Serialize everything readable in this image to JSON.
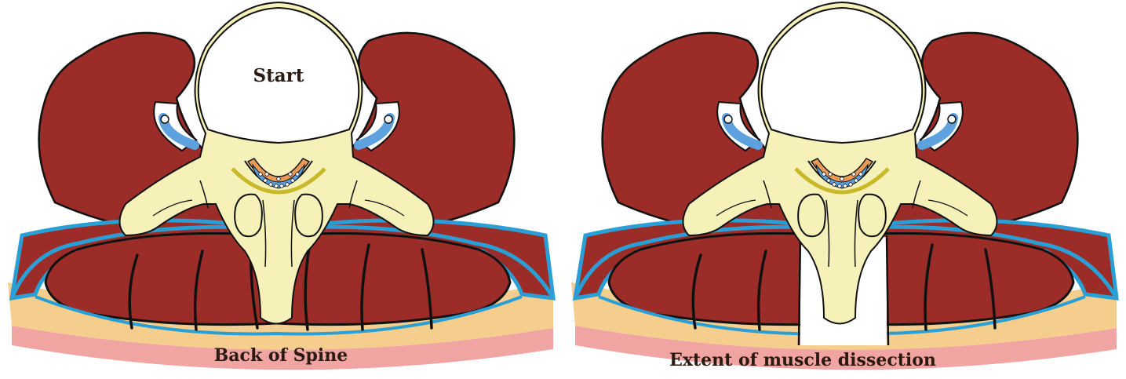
{
  "panels": [
    {
      "id": "before",
      "inner_label": "Start",
      "bottom_label": "Back of Spine"
    },
    {
      "id": "after",
      "inner_label": "",
      "bottom_label": "Extent of muscle dissection"
    }
  ],
  "colors": {
    "muscle": "#9b2c28",
    "bone": "#f6f1b8",
    "fascia_outline": "#2a9fd6",
    "skin_fat": "#f5cd8c",
    "skin_outer": "#f1a5a3",
    "nerve_blue": "#5da2de",
    "dura_orange": "#e89a59",
    "ligament_yellow": "#c7b92a",
    "outline": "#111111"
  }
}
